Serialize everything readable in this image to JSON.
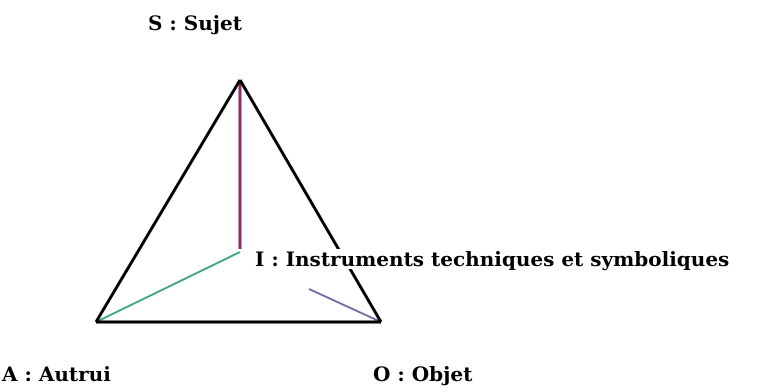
{
  "labels": {
    "sujet": "S : Sujet",
    "instruments": "I : Instruments techniques et symboliques",
    "autrui": "A : Autrui",
    "objet": "O : Objet"
  },
  "colors": {
    "outline": "#000000",
    "sujet_edge": "#8b2f6b",
    "autrui_edge": "#3aa67a",
    "objet_edge": "#6b6ba8"
  }
}
